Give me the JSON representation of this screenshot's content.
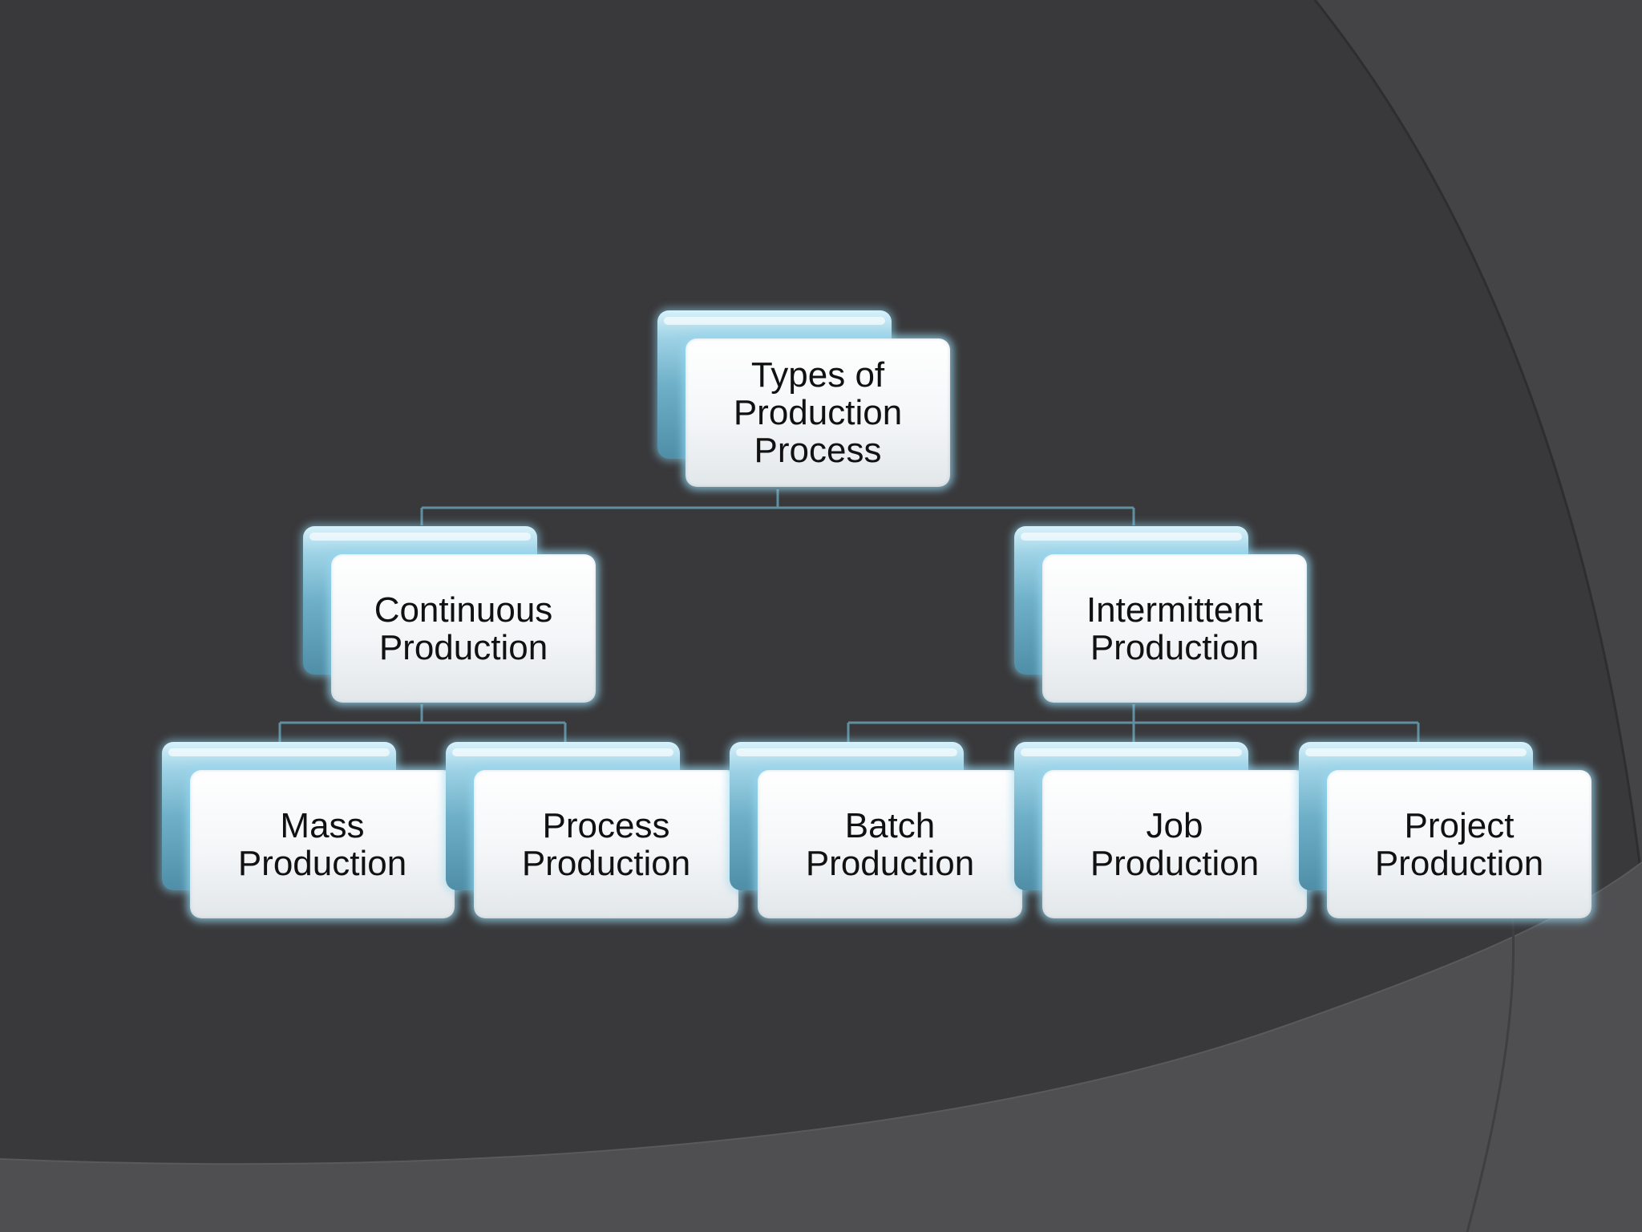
{
  "diagram": {
    "type": "org-chart",
    "root": {
      "id": "root",
      "label": "Types of\nProduction\nProcess"
    },
    "level1": [
      {
        "id": "continuous",
        "label": "Continuous\nProduction"
      },
      {
        "id": "intermittent",
        "label": "Intermittent\nProduction"
      }
    ],
    "level2": [
      {
        "id": "mass",
        "parent": "continuous",
        "label": "Mass\nProduction"
      },
      {
        "id": "process",
        "parent": "continuous",
        "label": "Process\nProduction"
      },
      {
        "id": "batch",
        "parent": "intermittent",
        "label": "Batch\nProduction"
      },
      {
        "id": "job",
        "parent": "intermittent",
        "label": "Job\nProduction"
      },
      {
        "id": "project",
        "parent": "intermittent",
        "label": "Project\nProduction"
      }
    ],
    "edges": [
      [
        "root",
        "continuous"
      ],
      [
        "root",
        "intermittent"
      ],
      [
        "continuous",
        "mass"
      ],
      [
        "continuous",
        "process"
      ],
      [
        "intermittent",
        "batch"
      ],
      [
        "intermittent",
        "job"
      ],
      [
        "intermittent",
        "project"
      ]
    ]
  },
  "colors": {
    "background": "#39393b",
    "background_swoosh": "#4d4d50",
    "connector": "#5f8fa0",
    "box_glow": "#96d7f0",
    "text": "#111111"
  }
}
